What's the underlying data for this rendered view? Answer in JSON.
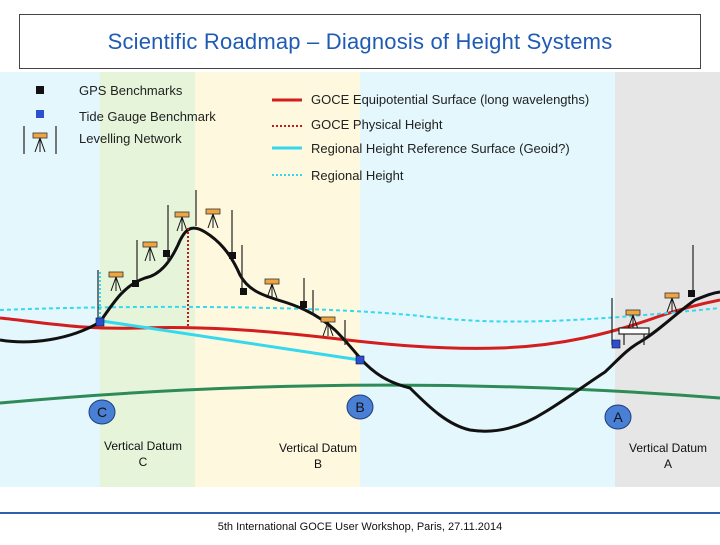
{
  "title": "Scientific Roadmap – Diagnosis of Height Systems",
  "legend_left": {
    "gps": "GPS Benchmarks",
    "tide_gauge": "Tide Gauge Benchmark",
    "levelling": "Levelling Network"
  },
  "legend_right": {
    "goce_surface": "GOCE Equipotential Surface (long wavelengths)",
    "goce_height": "GOCE Physical Height",
    "regional_surface": "Regional Height Reference Surface (Geoid?)",
    "regional_height": "Regional Height"
  },
  "points": {
    "a": "A",
    "b": "B",
    "c": "C"
  },
  "datums": {
    "c": {
      "line1": "Vertical Datum",
      "line2": "C"
    },
    "b": {
      "line1": "Vertical Datum",
      "line2": "B"
    },
    "a": {
      "line1": "Vertical Datum",
      "line2": "A"
    }
  },
  "footer": "5th International GOCE User Workshop, Paris, 27.11.2014",
  "colors": {
    "title": "#1f5bb5",
    "goce_surface": "#d21e1e",
    "regional_surface": "#36d8ee",
    "ellipsoid": "#2e8b57",
    "zone_light_blue": "#e3f7fc",
    "zone_green": "#e6f5da",
    "zone_yellow": "#fdf8de",
    "zone_grey": "#e6e6e6",
    "point_label_fill": "#4a7fd6",
    "footer_line": "#2b5fb0"
  }
}
